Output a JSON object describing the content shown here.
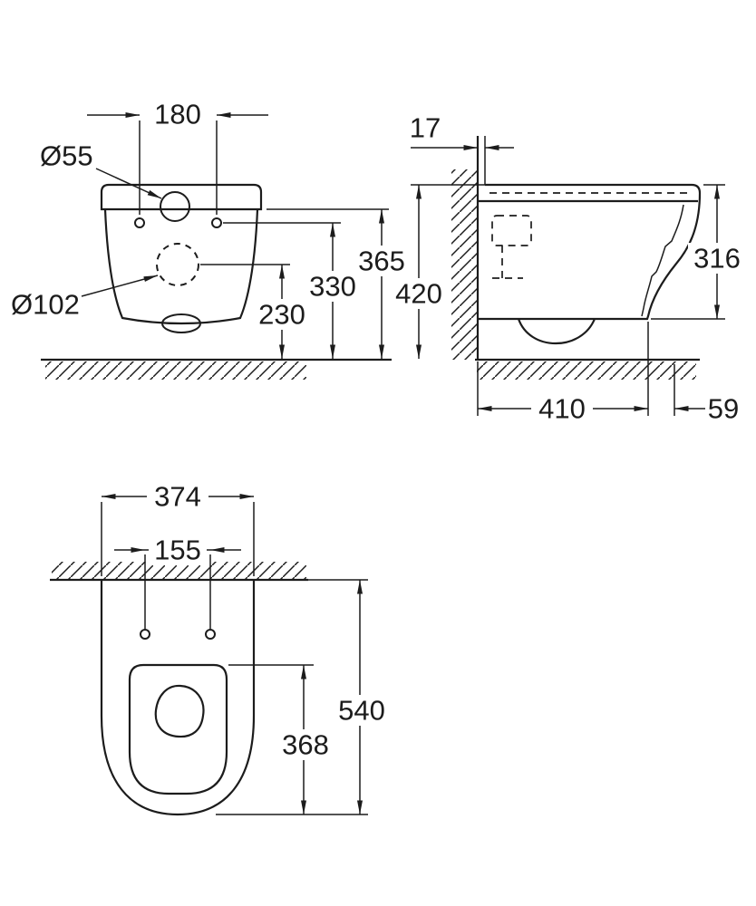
{
  "views": {
    "front": {
      "width": "180",
      "flush_hole_dia": "Ø55",
      "outlet_dia": "Ø102",
      "height_top": "365",
      "height_holes": "330",
      "height_outlet": "230"
    },
    "side": {
      "wall_offset": "17",
      "height": "420",
      "front_height": "316",
      "depth": "410",
      "overhang": "59"
    },
    "plan": {
      "width": "374",
      "hole_spacing": "155",
      "depth": "540",
      "opening_depth": "368"
    }
  }
}
